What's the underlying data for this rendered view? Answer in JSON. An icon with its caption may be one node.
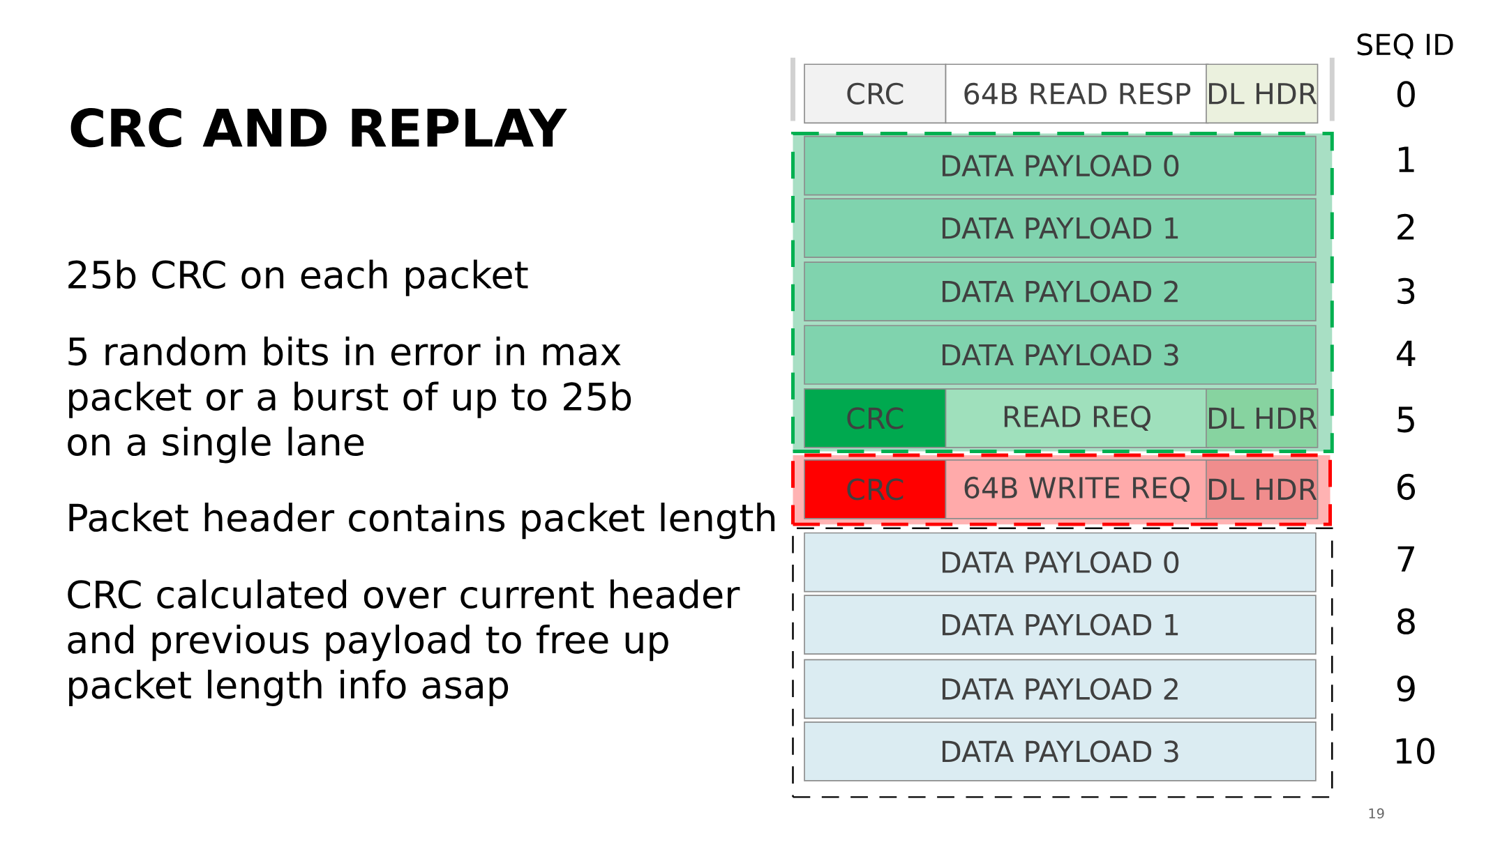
{
  "diagram": {
    "title": "CRC AND REPLAY",
    "nodes": [
      {
        "text": [],
        "shape": "box"
      },
      {
        "text": [
          "CRC"
        ],
        "in": 0
      },
      {
        "text": [
          "64B READ RESP"
        ],
        "in": 0
      },
      {
        "text": [
          "DL HDR"
        ],
        "in": 0
      },
      {
        "text": [],
        "shape": "box"
      },
      {
        "text": [
          "DATA PAYLOAD 0"
        ],
        "in": 4
      },
      {
        "text": [
          "DATA PAYLOAD 1"
        ],
        "in": 4
      },
      {
        "text": [
          "DATA PAYLOAD 2"
        ],
        "in": 4
      },
      {
        "text": [
          "DATA PAYLOAD 3"
        ],
        "in": 4
      },
      {
        "text": [
          "CRC"
        ],
        "in": 4
      },
      {
        "text": [
          "READ REQ"
        ],
        "in": 4
      },
      {
        "text": [
          "DL HDR"
        ],
        "in": 4
      },
      {
        "text": [],
        "shape": "box"
      },
      {
        "text": [
          "CRC"
        ],
        "in": 12
      },
      {
        "text": [
          "64B WRITE REQ"
        ],
        "in": 12
      },
      {
        "text": [
          "DL HDR"
        ],
        "in": 12
      },
      {
        "text": [],
        "shape": "box"
      },
      {
        "text": [
          "DATA PAYLOAD 0"
        ],
        "in": 16
      },
      {
        "text": [
          "DATA PAYLOAD 1"
        ],
        "in": 16
      },
      {
        "text": [
          "DATA PAYLOAD 2"
        ],
        "in": 16
      },
      {
        "text": [
          "DATA PAYLOAD 3"
        ],
        "in": 16
      }
    ],
    "labels": [
      "25b CRC on each packet",
      "5 random bits in error in max packet or a burst of up to 25b on a single lane",
      "Packet header contains packet length",
      "CRC calculated over current header and previous payload to free up packet length info asap",
      "SEQ ID",
      "0",
      "1",
      "2",
      "3",
      "4",
      "5",
      "6",
      "7",
      "8",
      "9",
      "10",
      "19"
    ]
  }
}
